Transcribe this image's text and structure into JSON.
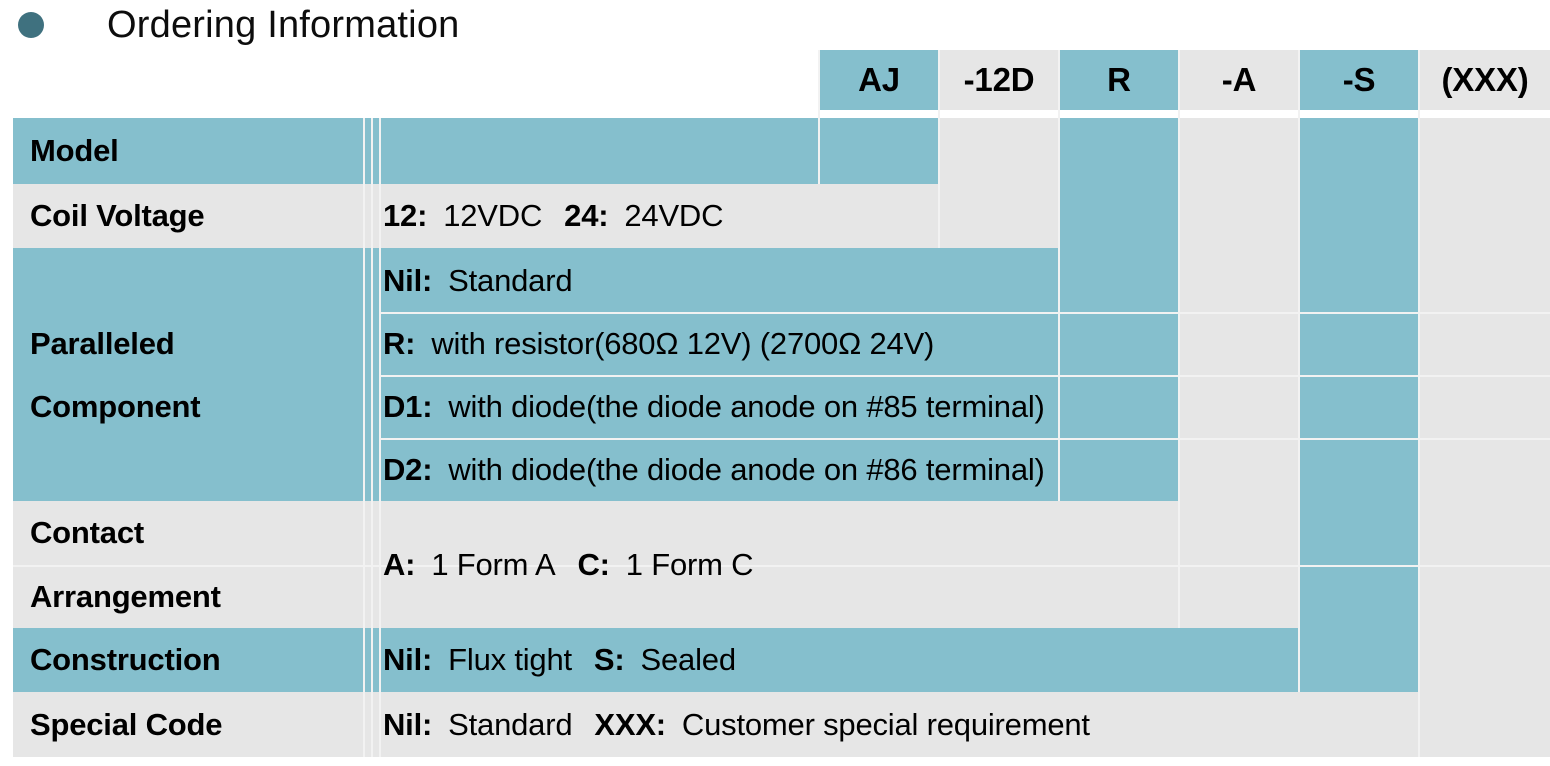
{
  "slide": {
    "title": "Ordering Information",
    "bullet_color": "#3f717f",
    "accent_blue": "#85bfcd",
    "accent_gray": "#e6e6e6"
  },
  "part_number": {
    "segments": [
      {
        "label": "AJ",
        "fill": "blue"
      },
      {
        "label": "-12D",
        "fill": "gray"
      },
      {
        "label": "R",
        "fill": "blue"
      },
      {
        "label": "-A",
        "fill": "gray"
      },
      {
        "label": "-S",
        "fill": "blue"
      },
      {
        "label": "(XXX)",
        "fill": "gray"
      }
    ]
  },
  "table": {
    "rows": [
      {
        "label": "Model",
        "fill": "blue",
        "options": []
      },
      {
        "label": "Coil Voltage",
        "fill": "gray",
        "options": [
          {
            "code": "12:",
            "desc": "12VDC"
          },
          {
            "code": "24:",
            "desc": "24VDC"
          }
        ]
      },
      {
        "label": "Paralleled Component",
        "label_line1": "Paralleled",
        "label_line2": "Component",
        "fill": "blue",
        "options": [
          {
            "code": "Nil:",
            "desc": "Standard"
          },
          {
            "code": "R:",
            "desc": "with resistor(680Ω 12V) (2700Ω 24V)"
          },
          {
            "code": "D1:",
            "desc": "with diode(the diode anode on #85 terminal)"
          },
          {
            "code": "D2:",
            "desc": "with diode(the diode anode on #86 terminal)"
          }
        ]
      },
      {
        "label": "Contact Arrangement",
        "label_line1": "Contact",
        "label_line2": "Arrangement",
        "fill": "gray",
        "options": [
          {
            "code": "A:",
            "desc": "1 Form A"
          },
          {
            "code": "C:",
            "desc": "1 Form C"
          }
        ]
      },
      {
        "label": "Construction",
        "fill": "blue",
        "options": [
          {
            "code": "Nil:",
            "desc": "Flux tight"
          },
          {
            "code": "S:",
            "desc": "Sealed"
          }
        ]
      },
      {
        "label": "Special Code",
        "fill": "gray",
        "options": [
          {
            "code": "Nil:",
            "desc": "Standard"
          },
          {
            "code": "XXX:",
            "desc": "Customer special requirement"
          }
        ]
      }
    ]
  }
}
